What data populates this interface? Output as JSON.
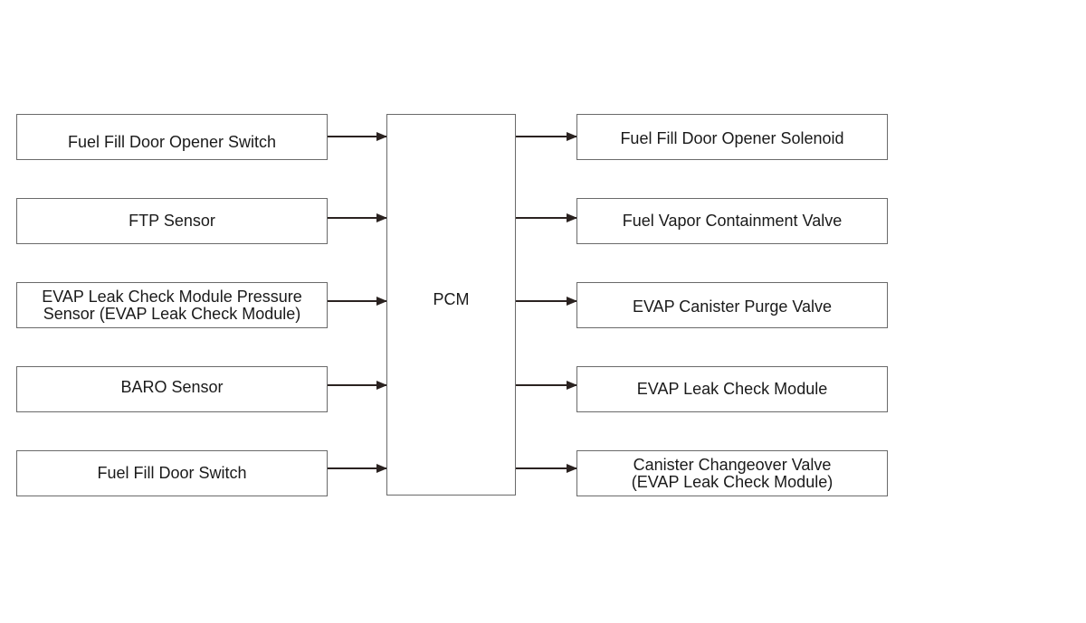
{
  "inputs": [
    {
      "label": "Fuel Fill Door Opener Switch"
    },
    {
      "label": "FTP Sensor"
    },
    {
      "line1": "EVAP Leak Check Module Pressure",
      "line2": "Sensor (EVAP Leak Check Module)"
    },
    {
      "label": "BARO Sensor"
    },
    {
      "label": "Fuel Fill Door Switch"
    }
  ],
  "controller": {
    "label": "PCM"
  },
  "outputs": [
    {
      "label": "Fuel Fill Door Opener Solenoid"
    },
    {
      "label": "Fuel Vapor Containment Valve"
    },
    {
      "label": "EVAP Canister Purge Valve"
    },
    {
      "label": "EVAP Leak Check Module"
    },
    {
      "line1": "Canister Changeover Valve",
      "line2": "(EVAP Leak Check Module)"
    }
  ],
  "colors": {
    "border": "#6a6a6a",
    "arrow": "#2a2220",
    "text": "#1a1a1a"
  }
}
